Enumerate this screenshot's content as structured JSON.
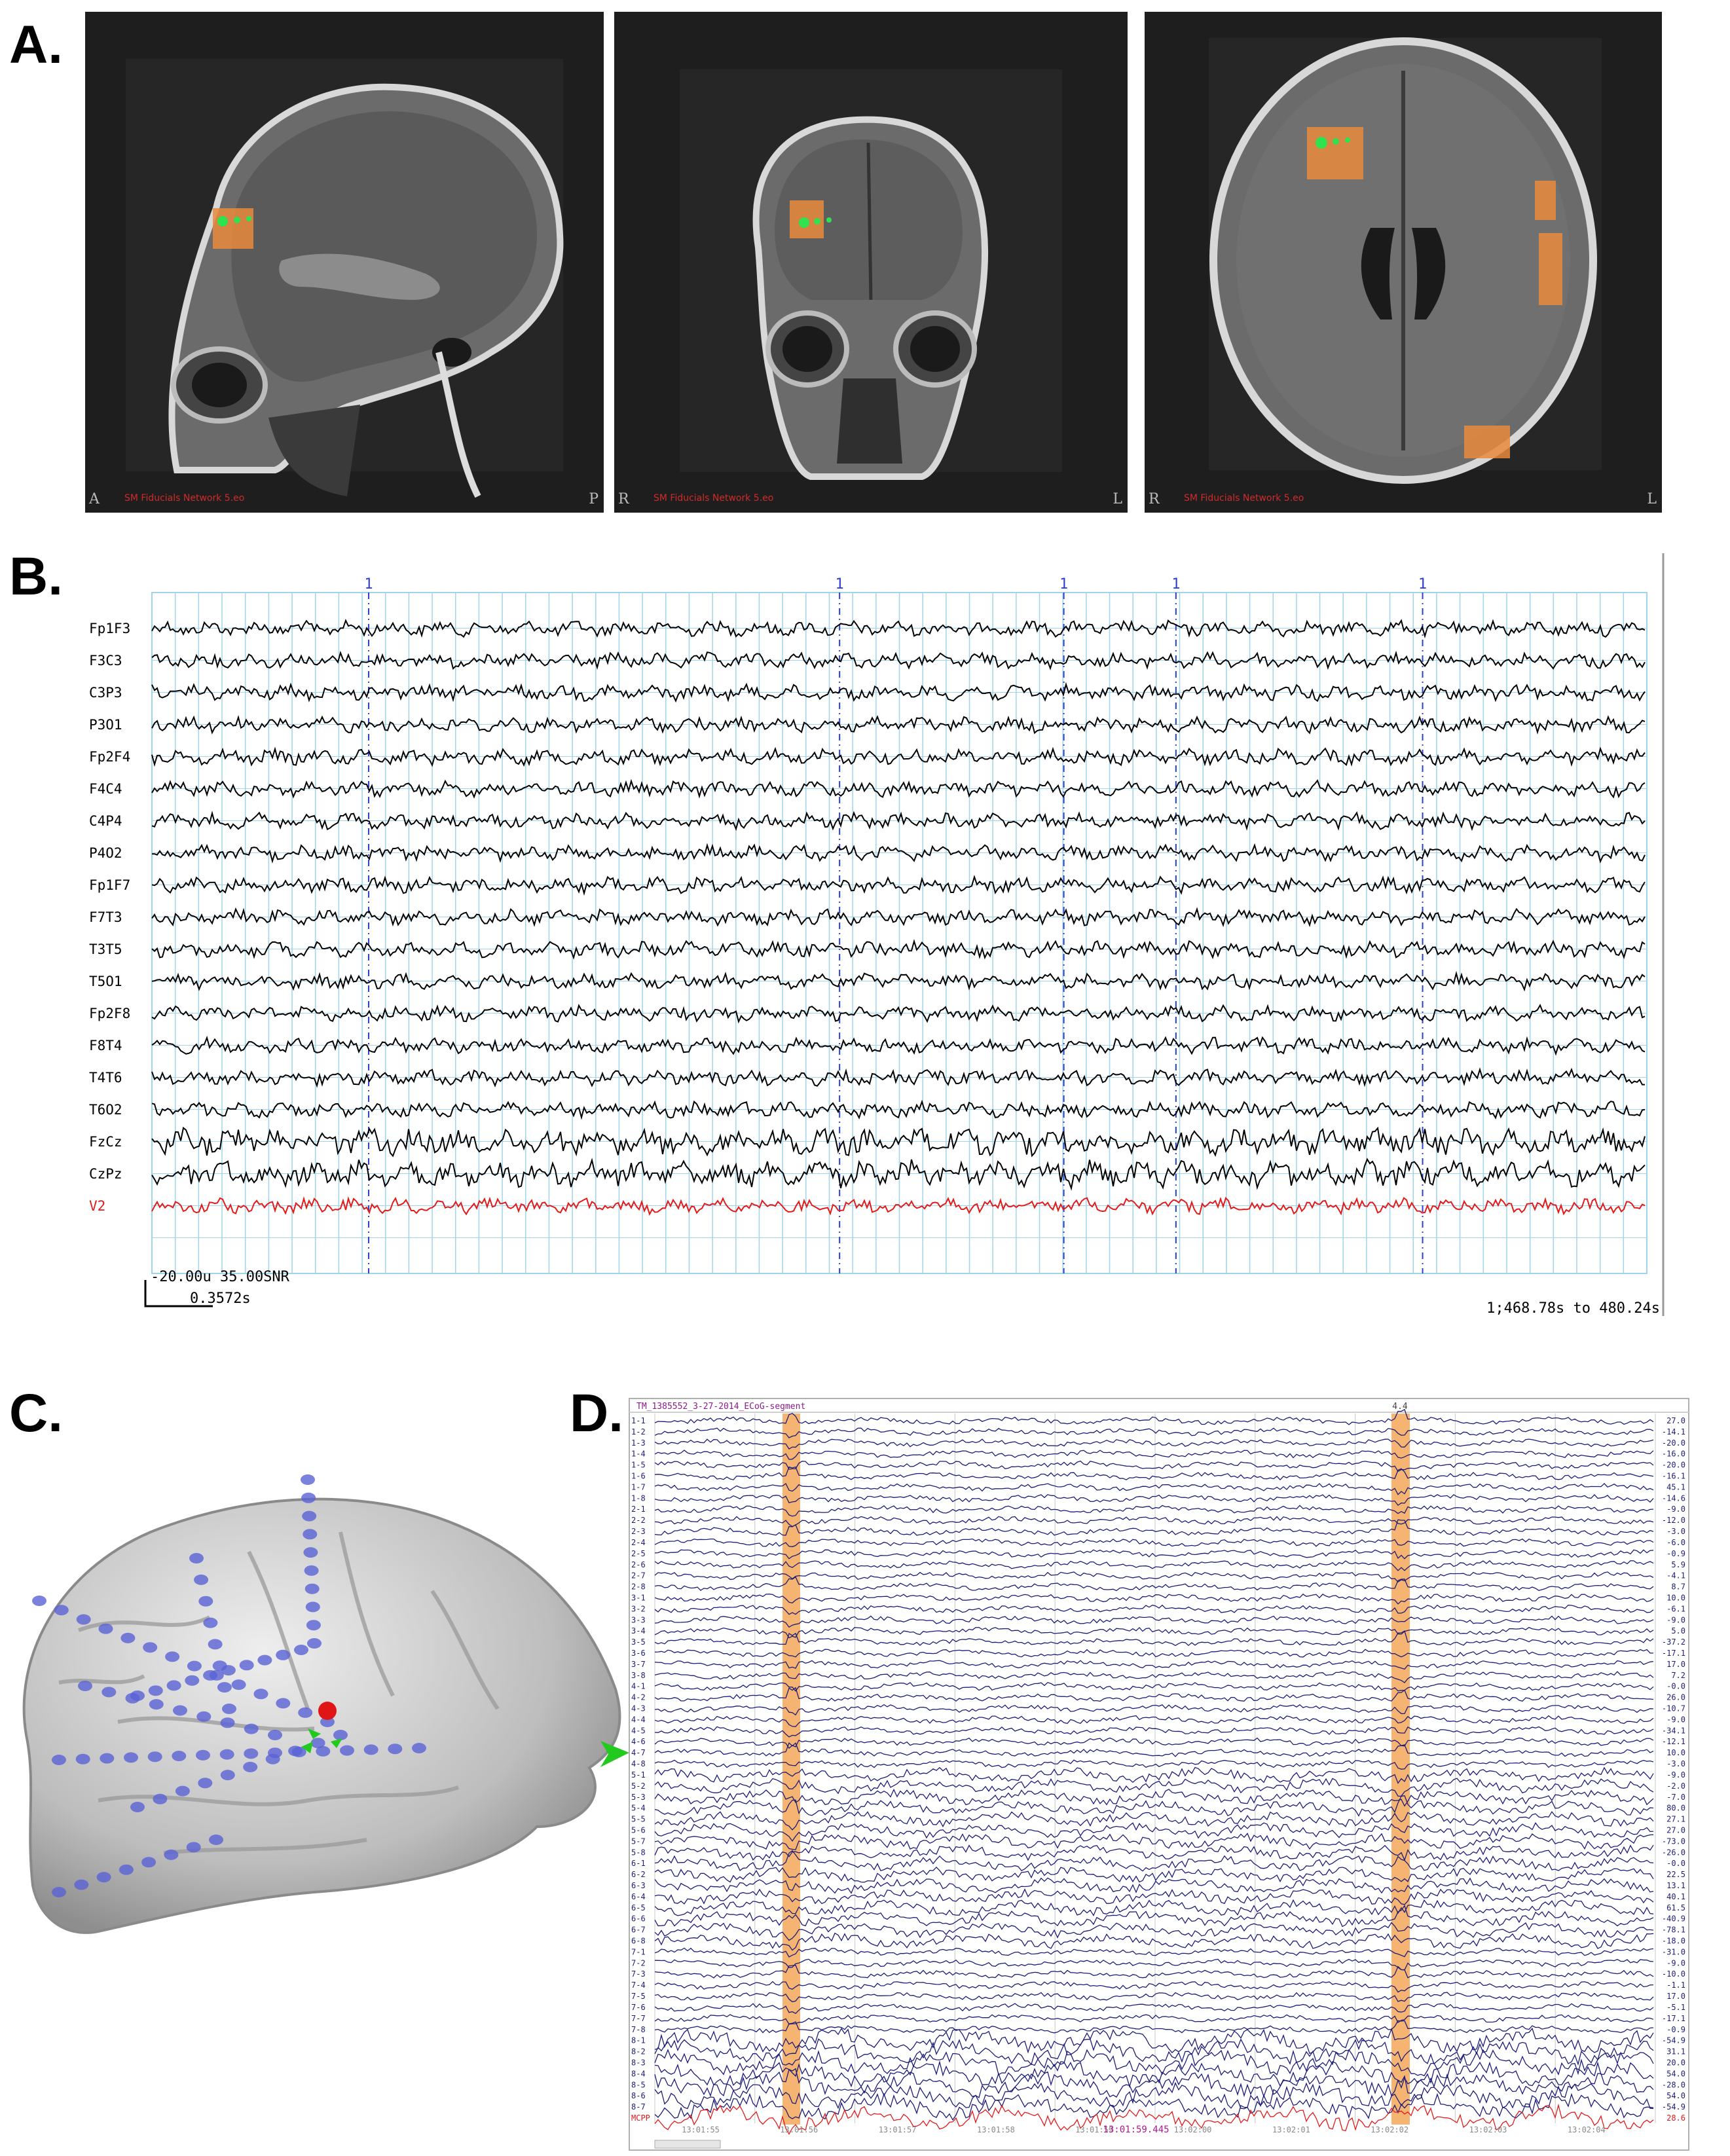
{
  "panels": {
    "a": "A.",
    "b": "B.",
    "c": "C.",
    "d": "D."
  },
  "panel_a": {
    "images": [
      {
        "left_label": "A",
        "right_label": "P",
        "caption": "SM Fiducials Network 5.eo"
      },
      {
        "left_label": "R",
        "right_label": "L",
        "caption": "SM Fiducials Network 5.eo"
      },
      {
        "left_label": "R",
        "right_label": "L",
        "caption": "SM Fiducials Network 5.eo"
      }
    ],
    "overlay_color": "#e98a3b",
    "marker_color": "#2ee34f"
  },
  "panel_b": {
    "channels": [
      "Fp1F3",
      "F3C3",
      "C3P3",
      "P3O1",
      "Fp2F4",
      "F4C4",
      "C4P4",
      "P4O2",
      "Fp1F7",
      "F7T3",
      "T3T5",
      "T5O1",
      "Fp2F8",
      "F8T4",
      "T4T6",
      "T6O2",
      "FzCz",
      "CzPz",
      "V2"
    ],
    "markers": [
      "1",
      "1",
      "1",
      "1",
      "1"
    ],
    "scale_amplitude": "-20.00u 35.00SNR",
    "scale_time": "0.3572s",
    "time_range": "1;468.78s to 480.24s",
    "trace_color": "#000000",
    "highlight_trace_color": "#e31a1a",
    "grid_color": "#9fd4ea",
    "marker_color": "#2a3fd6"
  },
  "panel_d": {
    "title": "TM_1385552_3-27-2014_ECoG-segment",
    "highlight_label": "4.4",
    "channels": [
      "1-1",
      "1-2",
      "1-3",
      "1-4",
      "1-5",
      "1-6",
      "1-7",
      "1-8",
      "2-1",
      "2-2",
      "2-3",
      "2-4",
      "2-5",
      "2-6",
      "2-7",
      "2-8",
      "3-1",
      "3-2",
      "3-3",
      "3-4",
      "3-5",
      "3-6",
      "3-7",
      "3-8",
      "4-1",
      "4-2",
      "4-3",
      "4-4",
      "4-5",
      "4-6",
      "4-7",
      "4-8",
      "5-1",
      "5-2",
      "5-3",
      "5-4",
      "5-5",
      "5-6",
      "5-7",
      "5-8",
      "6-1",
      "6-2",
      "6-3",
      "6-4",
      "6-5",
      "6-6",
      "6-7",
      "6-8",
      "7-1",
      "7-2",
      "7-3",
      "7-4",
      "7-5",
      "7-6",
      "7-7",
      "7-8",
      "8-1",
      "8-2",
      "8-3",
      "8-4",
      "8-5",
      "8-6",
      "8-7",
      "MCPP"
    ],
    "right_values": [
      "27.0",
      "-14.1",
      "-20.0",
      "-16.0",
      "-20.0",
      "-16.1",
      "45.1",
      "-14.6",
      "-9.0",
      "-12.0",
      "-3.0",
      "-6.0",
      "-0.9",
      "5.9",
      "-4.1",
      "8.7",
      "10.0",
      "-6.1",
      "-9.0",
      "5.0",
      "-37.2",
      "-17.1",
      "17.0",
      "7.2",
      "-0.0",
      "26.0",
      "-10.7",
      "-9.0",
      "-34.1",
      "-12.1",
      "10.0",
      "-3.0",
      "-9.0",
      "-2.0",
      "-7.0",
      "80.0",
      "27.1",
      "27.0",
      "-73.0",
      "-26.0",
      "-0.0",
      "22.5",
      "13.1",
      "40.1",
      "61.5",
      "-40.9",
      "-78.1",
      "-18.0",
      "-31.0",
      "-9.0",
      "-10.0",
      "-1.1",
      "17.0",
      "-5.1",
      "-17.1",
      "-0.9",
      "-54.9",
      "31.1",
      "20.0",
      "54.0",
      "-28.0",
      "54.0",
      "-54.9",
      "28.6"
    ],
    "time_ticks": [
      "13:01:55",
      "13:01:56",
      "13:01:57",
      "13:01:58",
      "13:01:59",
      "13:02:00",
      "13:02:01",
      "13:02:02",
      "13:02:03",
      "13:02:04"
    ],
    "cursor_time": "13:01:59.445",
    "trace_color": "#1c1c78",
    "highlight_color": "#f2a14f",
    "bottom_trace_color": "#e31a1a"
  },
  "panel_c": {
    "electrode_color": "#5a63d6",
    "seizure_onset_color": "#e01515",
    "arrow_color": "#22c91f",
    "brain_color": "#c8c8c8"
  }
}
